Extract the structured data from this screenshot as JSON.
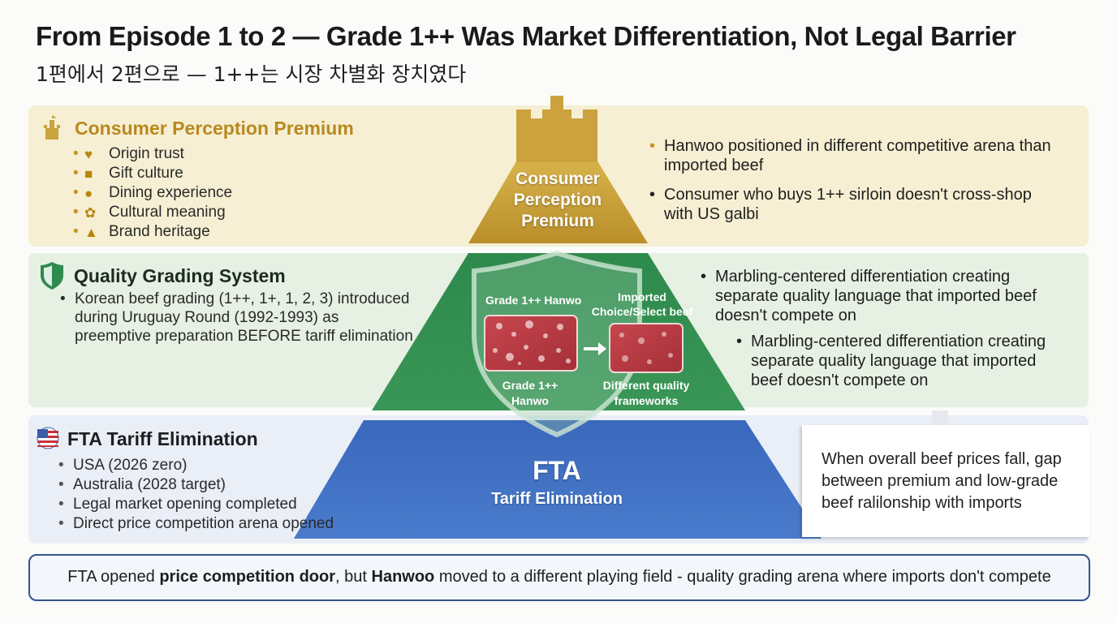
{
  "header": {
    "title": "From Episode 1 to 2 — Grade 1++ Was Market Differentiation, Not Legal Barrier",
    "subtitle": "1편에서 2편으로 — 1++는 시장 차별화 장치였다"
  },
  "tiers": {
    "top": {
      "title": "Consumer Perception Premium",
      "pyramid_label_lines": [
        "Consumer",
        "Perception",
        "Premium"
      ],
      "items": [
        {
          "label": "Origin trust",
          "icon": "hand-heart-icon"
        },
        {
          "label": "Gift culture",
          "icon": "gift-icon"
        },
        {
          "label": "Dining experience",
          "icon": "dining-icon"
        },
        {
          "label": "Cultural meaning",
          "icon": "cultural-icon"
        },
        {
          "label": "Brand heritage",
          "icon": "brand-icon"
        }
      ],
      "right_points": [
        "Hanwoo positioned in different competitive arena than imported beef",
        "Consumer who buys 1++ sirloin doesn't cross-shop with US galbi"
      ]
    },
    "middle": {
      "title": "Quality Grading System",
      "items": [
        "Korean beef grading (1++, 1+, 1, 2, 3) introduced during Uruguay Round (1992-1993) as preemptive preparation BEFORE tariff elimination"
      ],
      "shield": {
        "left_top": "Grade 1++ Hanwo",
        "right_top_lines": [
          "Imported",
          "Choice/Select beef"
        ],
        "left_bottom_lines": [
          "Grade 1++",
          "Hanwo"
        ],
        "right_bottom_lines": [
          "Different quality",
          "frameworks"
        ]
      },
      "right_points": [
        "Marbling-centered differentiation creating separate quality language that imported beef doesn't compete on",
        "Marbling-centered differentiation creating separate quality language that imported beef doesn't compete on"
      ]
    },
    "bottom": {
      "title": "FTA Tariff Elimination",
      "pyramid_label": "FTA",
      "pyramid_sublabel": "Tariff Elimination",
      "items": [
        "USA (2026 zero)",
        "Australia (2028 target)",
        "Legal market opening completed",
        "Direct price competition arena opened"
      ],
      "callout": "When overall beef prices fall, gap between  premium and low-grade beef ralilonship with imports"
    }
  },
  "banner": {
    "part1": "FTA opened ",
    "bold1": "price competition door",
    "part2": ", but ",
    "bold2": "Hanwoo",
    "part3": " moved to a different playing field - quality grading arena where imports don't compete"
  },
  "colors": {
    "gold": "#c9a43c",
    "green": "#2f8a4e",
    "blue": "#3f6fc0",
    "band_gold": "#f6efd3",
    "band_green": "#e6f0e3",
    "band_blue": "#e9eef7"
  }
}
